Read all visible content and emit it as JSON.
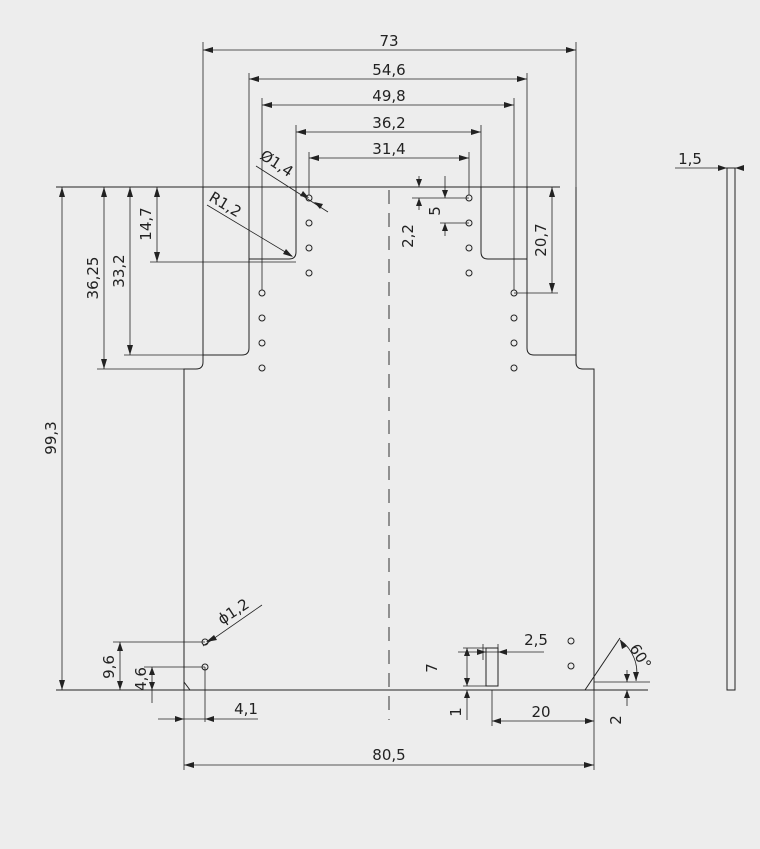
{
  "dimensions": {
    "width_73": "73",
    "width_54_6": "54,6",
    "width_49_8": "49,8",
    "width_36_2": "36,2",
    "width_31_4": "31,4",
    "dia_1_4": "Ø1,4",
    "radius_1_2": "R1,2",
    "height_36_25": "36,25",
    "height_33_2": "33,2",
    "height_14_7": "14,7",
    "pitch_2_2": "2,2",
    "pitch_5": "5",
    "height_20_7": "20,7",
    "thickness_1_5": "1,5",
    "height_99_3": "99,3",
    "dia_1_2": "ϕ1,2",
    "height_9_6": "9,6",
    "height_4_6": "4,6",
    "offset_4_1": "4,1",
    "width_2_5": "2,5",
    "height_7": "7",
    "height_1": "1",
    "width_20": "20",
    "angle_60": "60°",
    "height_2": "2",
    "width_80_5": "80,5"
  }
}
